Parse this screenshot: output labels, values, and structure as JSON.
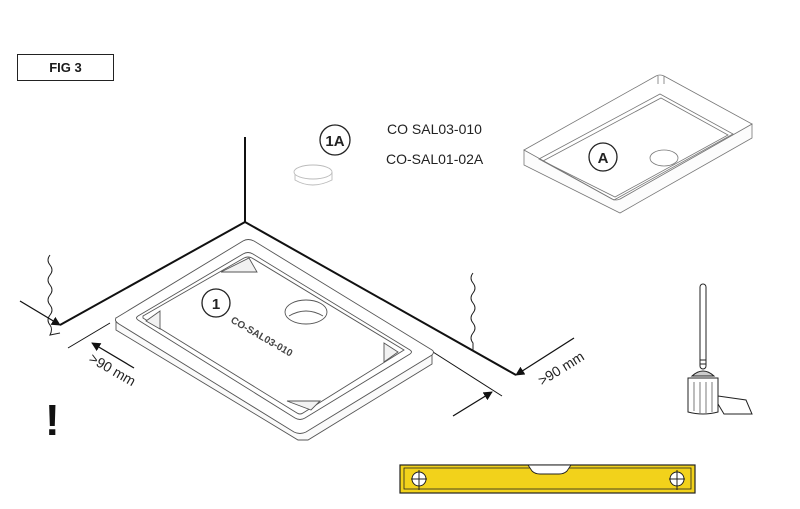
{
  "figure": {
    "label": "FIG 3"
  },
  "parts": {
    "tray_callout": "1",
    "tray_engraving": "CO-SAL03-010",
    "plug_callout": "1A",
    "tray_a_callout": "A",
    "codes": [
      {
        "text": "CO SAL03-010"
      },
      {
        "text": "CO-SAL01-02A"
      }
    ]
  },
  "dimensions": {
    "left_clearance": ">90 mm",
    "right_clearance": ">90 mm"
  },
  "warning": {
    "symbol": "!"
  },
  "tools": {
    "level_icon": "spirit-level-icon",
    "broom_icon": "broom-and-dustpan-icon",
    "level_color": "#F2D21B"
  }
}
